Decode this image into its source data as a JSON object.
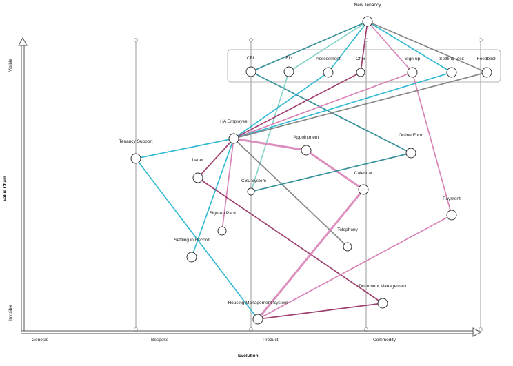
{
  "axes": {
    "x_title": "Evolution",
    "y_title": "Value Chain",
    "y_top": "Visible",
    "y_bottom": "Invisible",
    "stages": [
      "Genesis",
      "Bespoke",
      "Product",
      "Commodity"
    ]
  },
  "colors": {
    "axis": "#555555",
    "stage_line": "#b0b0b0",
    "group_box": "#b3b3b3",
    "teal": "#2a8a94",
    "cyan": "#29b6d1",
    "light_teal": "#7fd1c6",
    "pink": "#d67bb3",
    "dark_magenta": "#9a3567",
    "gray": "#808080"
  },
  "components": [
    {
      "id": "new_tenancy",
      "label": "New Tenancy"
    },
    {
      "id": "cbl",
      "label": "CBL"
    },
    {
      "id": "bid",
      "label": "Bid"
    },
    {
      "id": "assessment",
      "label": "Assessment"
    },
    {
      "id": "offer",
      "label": "Offer"
    },
    {
      "id": "signup",
      "label": "Sign-up"
    },
    {
      "id": "settling_visit",
      "label": "Settling Visit"
    },
    {
      "id": "feedback",
      "label": "Feedback"
    },
    {
      "id": "ha_employee",
      "label": "HA Employee"
    },
    {
      "id": "tenancy_support",
      "label": "Tenancy Support"
    },
    {
      "id": "appointment",
      "label": "Appointment"
    },
    {
      "id": "online_form",
      "label": "Online Form"
    },
    {
      "id": "letter",
      "label": "Letter"
    },
    {
      "id": "cbl_system",
      "label": "CBL System"
    },
    {
      "id": "calendar",
      "label": "Calendar"
    },
    {
      "id": "payment",
      "label": "Payment"
    },
    {
      "id": "signup_pack",
      "label": "Sign-up Pack"
    },
    {
      "id": "telephony",
      "label": "Telephony"
    },
    {
      "id": "settling_in_record",
      "label": "Settling in Record"
    },
    {
      "id": "document_management",
      "label": "Document Management"
    },
    {
      "id": "housing_management_system",
      "label": "Housing Management System"
    }
  ],
  "links": [
    {
      "from": "new_tenancy",
      "to": "cbl",
      "color": "teal"
    },
    {
      "from": "new_tenancy",
      "to": "bid",
      "color": "light_teal"
    },
    {
      "from": "new_tenancy",
      "to": "assessment",
      "color": "cyan"
    },
    {
      "from": "new_tenancy",
      "to": "offer",
      "color": "dark_magenta"
    },
    {
      "from": "new_tenancy",
      "to": "signup",
      "color": "pink"
    },
    {
      "from": "new_tenancy",
      "to": "settling_visit",
      "color": "cyan"
    },
    {
      "from": "new_tenancy",
      "to": "feedback",
      "color": "gray"
    },
    {
      "from": "cbl",
      "to": "online_form",
      "color": "teal"
    },
    {
      "from": "bid",
      "to": "cbl_system",
      "color": "light_teal"
    },
    {
      "from": "assessment",
      "to": "ha_employee",
      "color": "cyan"
    },
    {
      "from": "offer",
      "to": "ha_employee",
      "color": "dark_magenta"
    },
    {
      "from": "signup",
      "to": "ha_employee",
      "color": "pink"
    },
    {
      "from": "signup",
      "to": "payment",
      "color": "pink"
    },
    {
      "from": "settling_visit",
      "to": "ha_employee",
      "color": "cyan"
    },
    {
      "from": "feedback",
      "to": "ha_employee",
      "color": "gray"
    },
    {
      "from": "ha_employee",
      "to": "tenancy_support",
      "color": "cyan"
    },
    {
      "from": "ha_employee",
      "to": "appointment",
      "color": "pink",
      "thick": true
    },
    {
      "from": "ha_employee",
      "to": "letter",
      "color": "dark_magenta"
    },
    {
      "from": "ha_employee",
      "to": "signup_pack",
      "color": "pink"
    },
    {
      "from": "ha_employee",
      "to": "settling_in_record",
      "color": "cyan"
    },
    {
      "from": "ha_employee",
      "to": "telephony",
      "color": "gray"
    },
    {
      "from": "appointment",
      "to": "calendar",
      "color": "pink",
      "thick": true
    },
    {
      "from": "online_form",
      "to": "cbl_system",
      "color": "teal"
    },
    {
      "from": "tenancy_support",
      "to": "housing_management_system",
      "color": "cyan"
    },
    {
      "from": "letter",
      "to": "document_management",
      "color": "dark_magenta"
    },
    {
      "from": "calendar",
      "to": "housing_management_system",
      "color": "pink",
      "thick": true
    },
    {
      "from": "payment",
      "to": "housing_management_system",
      "color": "pink"
    },
    {
      "from": "document_management",
      "to": "housing_management_system",
      "color": "dark_magenta"
    }
  ]
}
